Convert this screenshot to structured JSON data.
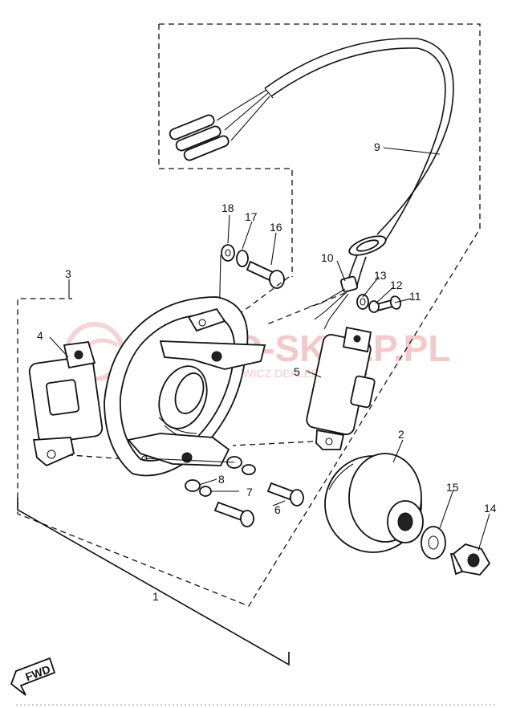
{
  "callouts": [
    {
      "id": "1",
      "label": "1"
    },
    {
      "id": "2",
      "label": "2"
    },
    {
      "id": "3",
      "label": "3"
    },
    {
      "id": "4",
      "label": "4"
    },
    {
      "id": "5",
      "label": "5"
    },
    {
      "id": "6",
      "label": "6"
    },
    {
      "id": "7",
      "label": "7"
    },
    {
      "id": "8",
      "label": "8"
    },
    {
      "id": "9",
      "label": "9"
    },
    {
      "id": "10",
      "label": "10"
    },
    {
      "id": "11",
      "label": "11"
    },
    {
      "id": "12",
      "label": "12"
    },
    {
      "id": "13",
      "label": "13"
    },
    {
      "id": "14",
      "label": "14"
    },
    {
      "id": "15",
      "label": "15"
    },
    {
      "id": "16",
      "label": "16"
    },
    {
      "id": "17",
      "label": "17"
    },
    {
      "id": "18",
      "label": "18"
    }
  ],
  "direction_marker": "FWD",
  "watermark": {
    "title": "MOTO-SKLEP.PL",
    "subtitle": "WASILEWICZ DEALER YAMAHA",
    "color": "#e8a0a0"
  },
  "colors": {
    "line": "#111111",
    "background": "#ffffff"
  }
}
